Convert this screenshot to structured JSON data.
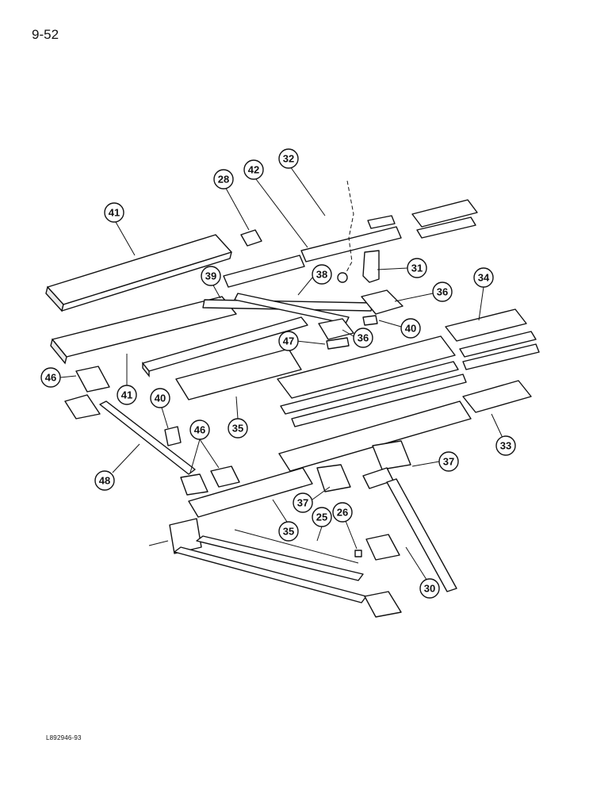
{
  "page": {
    "number": "9-52",
    "drawing_code": "L892946-93"
  },
  "callouts": [
    {
      "label": "28"
    },
    {
      "label": "42"
    },
    {
      "label": "32"
    },
    {
      "label": "41"
    },
    {
      "label": "31"
    },
    {
      "label": "39"
    },
    {
      "label": "38"
    },
    {
      "label": "36"
    },
    {
      "label": "34"
    },
    {
      "label": "40"
    },
    {
      "label": "47"
    },
    {
      "label": "36"
    },
    {
      "label": "46"
    },
    {
      "label": "41"
    },
    {
      "label": "40"
    },
    {
      "label": "35"
    },
    {
      "label": "46"
    },
    {
      "label": "33"
    },
    {
      "label": "37"
    },
    {
      "label": "48"
    },
    {
      "label": "37"
    },
    {
      "label": "35"
    },
    {
      "label": "25"
    },
    {
      "label": "26"
    },
    {
      "label": "30"
    }
  ]
}
